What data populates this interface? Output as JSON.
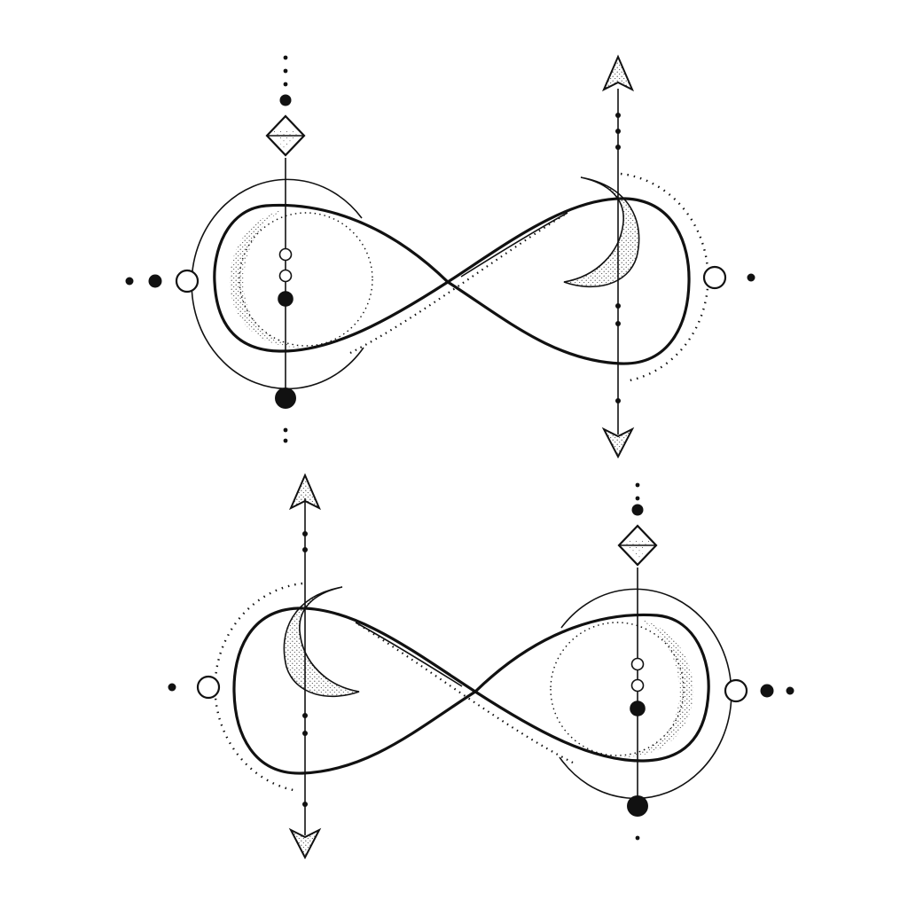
{
  "artwork": {
    "kind": "line-art illustration",
    "motifs": [
      {
        "name": "infinity-with-moon-top",
        "elements": [
          "infinity-loop",
          "crescent-moon-icon",
          "arrow-icon",
          "diamond-crystal-icon",
          "orbit-circle",
          "bead-dots"
        ]
      },
      {
        "name": "infinity-with-moon-bottom",
        "elements": [
          "infinity-loop",
          "crescent-moon-icon",
          "arrow-icon",
          "diamond-crystal-icon",
          "orbit-circle",
          "bead-dots"
        ]
      }
    ]
  },
  "colors": {
    "background": "#ffffff",
    "ink": "#111111",
    "stipple": "#333333"
  }
}
